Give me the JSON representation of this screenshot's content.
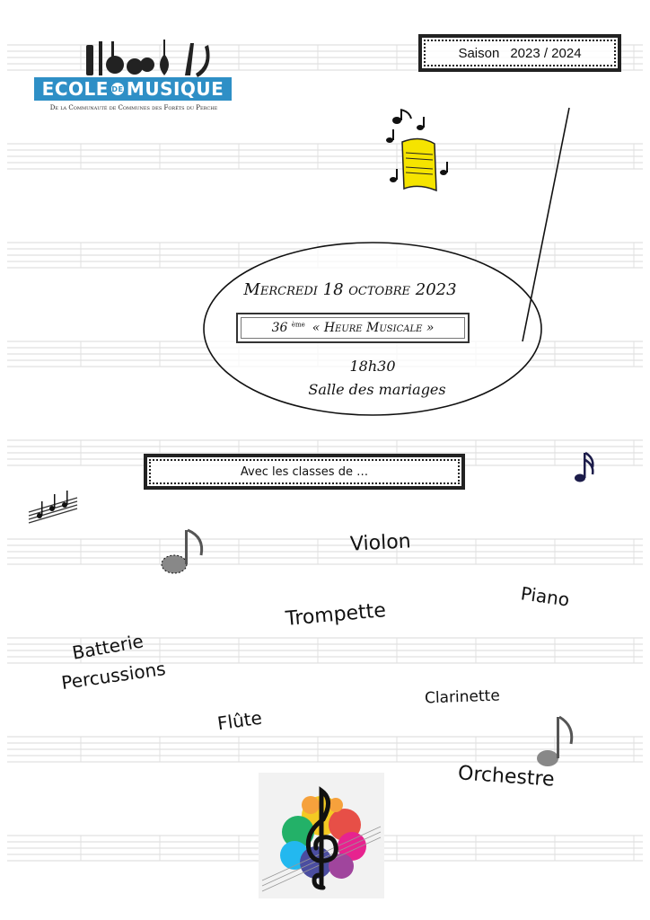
{
  "logo": {
    "title_left": "ECOLE",
    "title_de": "DE",
    "title_right": "MUSIQUE",
    "subtitle": "De la Communauté de Communes des Forêts du Perche"
  },
  "season": {
    "label": "Saison",
    "value": "2023 / 2024"
  },
  "event": {
    "date": "Mercredi 18 octobre 2023",
    "edition_number": "36",
    "edition_suffix": "ème",
    "title": "« Heure Musicale »",
    "time": "18h30",
    "venue": "Salle des mariages"
  },
  "classes": {
    "intro": "Avec les classes  de …",
    "violon": "Violon",
    "piano": "Piano",
    "trompette": "Trompette",
    "batterie": "Batterie",
    "percussions": "Percussions",
    "clarinette": "Clarinette",
    "flute": "Flûte",
    "orchestre": "Orchestre"
  },
  "colors": {
    "logo_blue": "#2e8fc6",
    "staff_gray": "#d6d6d6",
    "text": "#111111",
    "note_yellow": "#f5e400"
  },
  "icons": [
    "music-notes-icon",
    "sheet-music-icon",
    "sixteenth-note-icon",
    "eighth-note-icon",
    "treble-clef-icon"
  ]
}
